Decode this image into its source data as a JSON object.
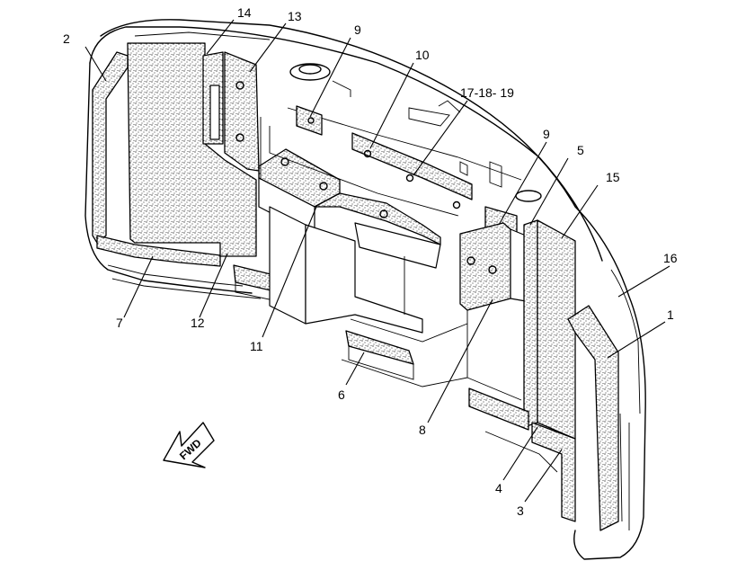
{
  "diagram": {
    "callouts": [
      {
        "id": "c2",
        "label": "2"
      },
      {
        "id": "c14",
        "label": "14"
      },
      {
        "id": "c13",
        "label": "13"
      },
      {
        "id": "c9a",
        "label": "9"
      },
      {
        "id": "c10",
        "label": "10"
      },
      {
        "id": "c171819",
        "label": "17-18- 19"
      },
      {
        "id": "c9b",
        "label": "9"
      },
      {
        "id": "c5",
        "label": "5"
      },
      {
        "id": "c15",
        "label": "15"
      },
      {
        "id": "c16",
        "label": "16"
      },
      {
        "id": "c1",
        "label": "1"
      },
      {
        "id": "c7",
        "label": "7"
      },
      {
        "id": "c12",
        "label": "12"
      },
      {
        "id": "c11",
        "label": "11"
      },
      {
        "id": "c6",
        "label": "6"
      },
      {
        "id": "c8",
        "label": "8"
      },
      {
        "id": "c4",
        "label": "4"
      },
      {
        "id": "c3",
        "label": "3"
      }
    ],
    "direction_label": "FWD"
  }
}
